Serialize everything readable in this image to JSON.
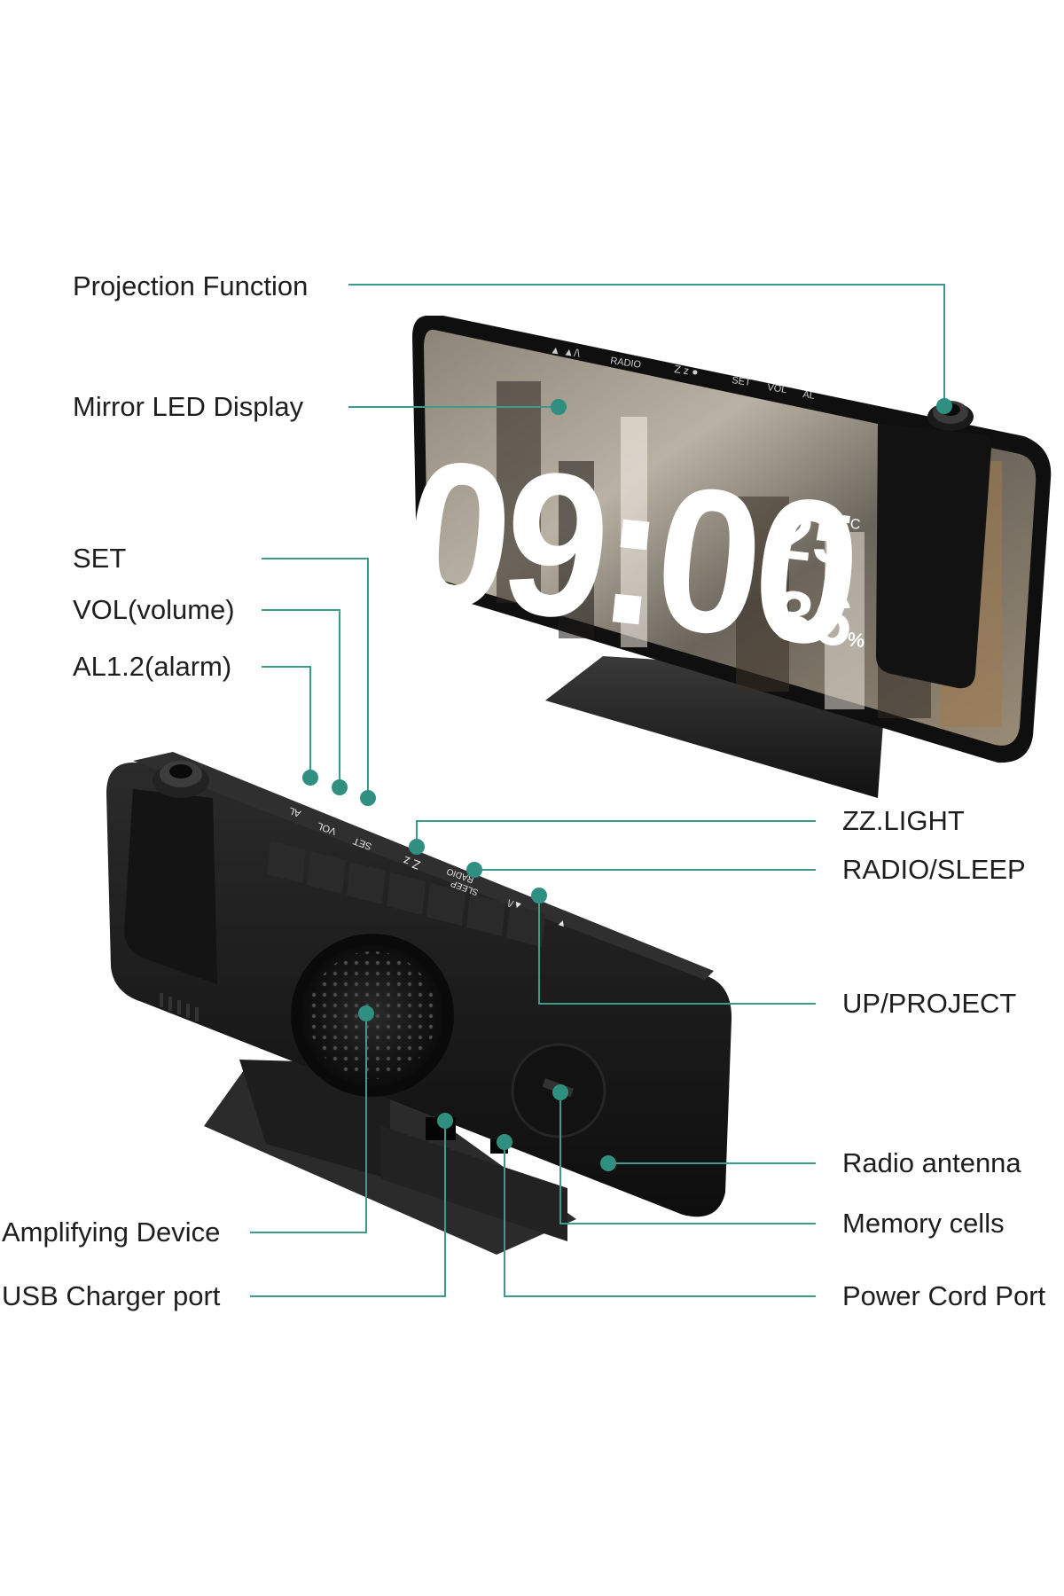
{
  "display": {
    "time": "09:00",
    "temperature": "25",
    "temperature_unit": "°C",
    "humidity": "36",
    "humidity_unit": "%"
  },
  "back_button_labels": {
    "al": "AL",
    "vol": "VOL",
    "set": "SET",
    "zz": "Z z",
    "radio": "RADIO",
    "sleep": "SLEEP",
    "up": "▲/\\",
    "down": "▼"
  },
  "callouts": {
    "projection_function": "Projection Function",
    "mirror_led_display": "Mirror LED Display",
    "set": "SET",
    "vol": "VOL(volume)",
    "alarm": "AL1.2(alarm)",
    "zz_light": "ZZ.LIGHT",
    "radio_sleep": "RADIO/SLEEP",
    "up_project": "UP/PROJECT",
    "radio_antenna": "Radio antenna",
    "memory_cells": "Memory cells",
    "power_cord_port": "Power Cord Port",
    "amplifying_device": "Amplifying Device",
    "usb_charger_port": "USB Charger port"
  },
  "colors": {
    "callout_line": "#3f9a8c",
    "callout_dot": "#2f8f80",
    "device_body": "#151515",
    "led_white": "#ffffff"
  }
}
